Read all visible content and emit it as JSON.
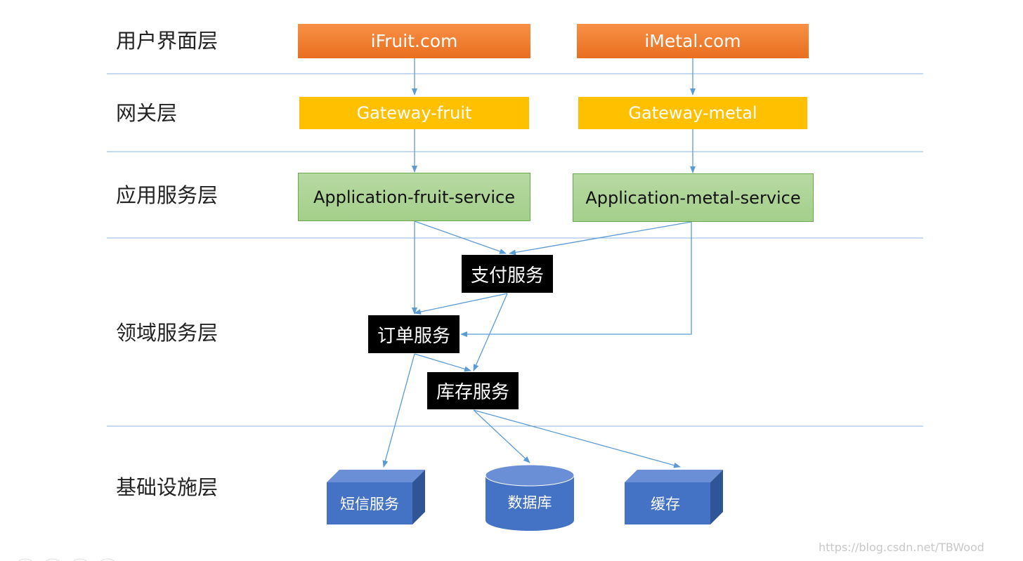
{
  "layers": {
    "ui": "用户界面层",
    "gateway": "网关层",
    "application": "应用服务层",
    "domain": "领域服务层",
    "infrastructure": "基础设施层"
  },
  "ui_nodes": {
    "fruit": "iFruit.com",
    "metal": "iMetal.com"
  },
  "gateway_nodes": {
    "fruit": "Gateway-fruit",
    "metal": "Gateway-metal"
  },
  "app_nodes": {
    "fruit": "Application-fruit-service",
    "metal": "Application-metal-service"
  },
  "domain_nodes": {
    "payment": "支付服务",
    "order": "订单服务",
    "inventory": "库存服务"
  },
  "infra_nodes": {
    "sms": "短信服务",
    "database": "数据库",
    "cache": "缓存"
  },
  "watermark": "https://blog.csdn.net/TBWood",
  "colors": {
    "ui_box": "#ed7d31",
    "gateway_box": "#ffc000",
    "app_box": "#a9d18e",
    "domain_box": "#000000",
    "infra_box": "#4472c4",
    "connector": "#5b9bd5"
  }
}
